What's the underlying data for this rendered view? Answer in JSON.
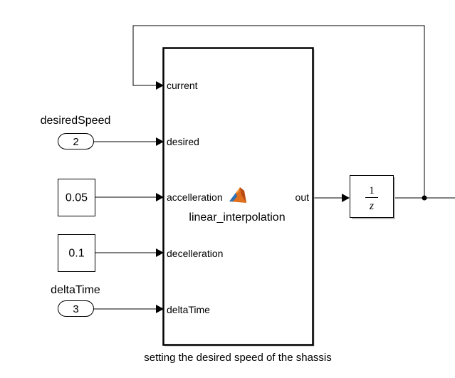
{
  "diagram": {
    "main_block": {
      "name": "linear_interpolation",
      "caption": "setting the desired speed of the shassis",
      "inputs": [
        "current",
        "desired",
        "accelleration",
        "decelleration",
        "deltaTime"
      ],
      "output": "out"
    },
    "inports": [
      {
        "title": "desiredSpeed",
        "value": "2"
      },
      {
        "title": "deltaTime",
        "value": "3"
      }
    ],
    "constants": [
      {
        "value": "0.05"
      },
      {
        "value": "0.1"
      }
    ],
    "delay_block": {
      "numerator": "1",
      "denominator": "z"
    },
    "icons": {
      "matlab_logo": "matlab-logo-icon"
    },
    "colors": {
      "line": "#000000",
      "background": "#ffffff",
      "logo_orange": "#e0701d",
      "logo_blue": "#2b72b9"
    }
  }
}
